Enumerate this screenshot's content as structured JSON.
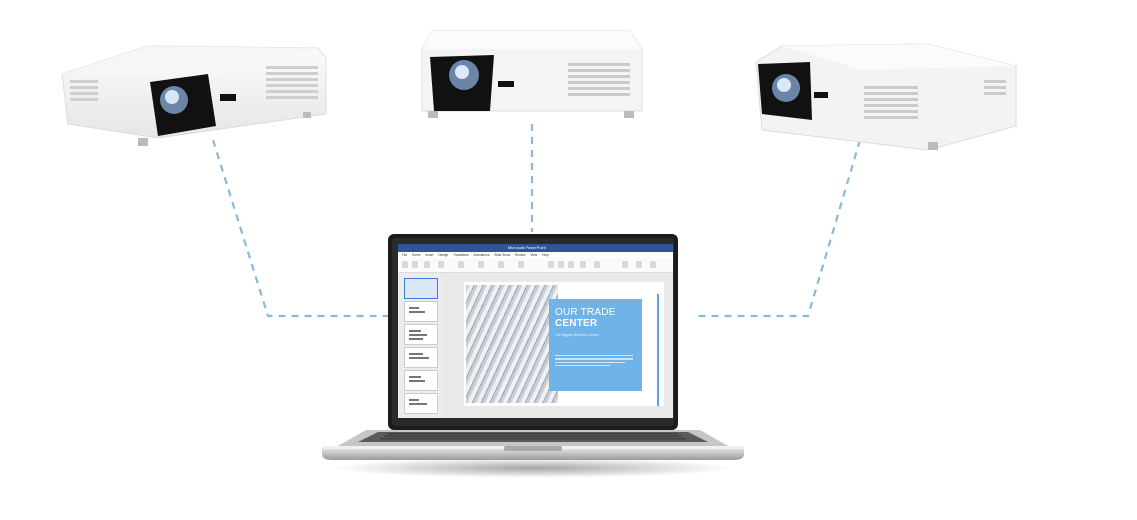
{
  "app": {
    "title": "Microsoft PowerPoint",
    "menu": [
      "File",
      "Home",
      "Insert",
      "Design",
      "Transitions",
      "Animations",
      "Slide Show",
      "Review",
      "View",
      "Help"
    ]
  },
  "slide": {
    "title_line1": "OUR TRADE",
    "title_line2": "CENTER",
    "subtitle": "The Biggest Business Center"
  },
  "colors": {
    "connector": "#7fb3da",
    "slide_accent": "#6fb3e8",
    "title_bar": "#2f5597"
  },
  "icons": [
    "projector-left",
    "projector-center",
    "projector-right",
    "laptop"
  ]
}
